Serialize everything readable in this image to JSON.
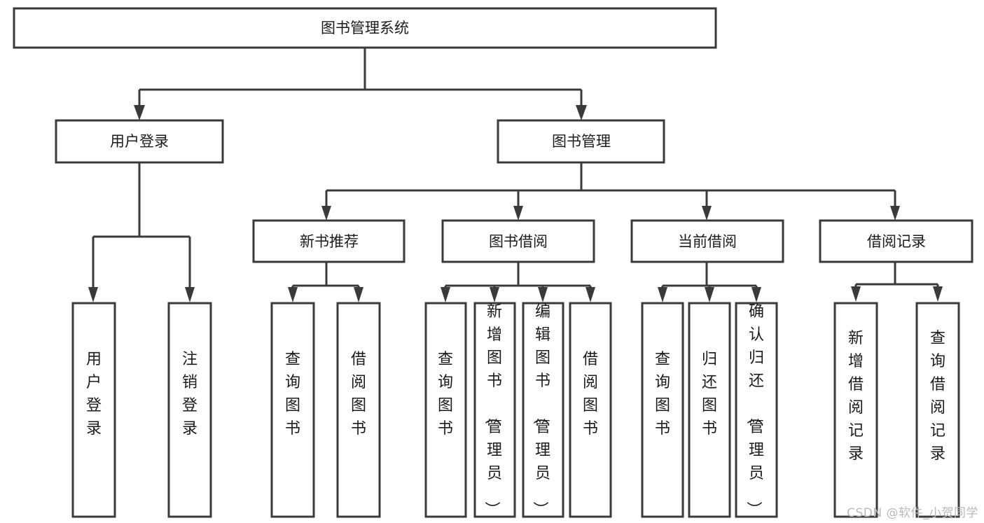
{
  "diagram": {
    "type": "tree-hierarchy",
    "title": "图书管理系统",
    "watermark": "CSDN @软件_小贺同学",
    "colors": {
      "stroke": "#3a3a3a",
      "fill": "#ffffff",
      "text": "#1b1b1b",
      "watermark": "#b9b9b9",
      "background": "#ffffff"
    },
    "levels": [
      {
        "level": 1,
        "nodes": [
          {
            "id": "root",
            "label": "图书管理系统",
            "orientation": "horizontal"
          }
        ]
      },
      {
        "level": 2,
        "nodes": [
          {
            "id": "login",
            "label": "用户登录",
            "orientation": "horizontal",
            "parent": "root"
          },
          {
            "id": "bookmgmt",
            "label": "图书管理",
            "orientation": "horizontal",
            "parent": "root"
          }
        ]
      },
      {
        "level": 3,
        "nodes": [
          {
            "id": "newbook",
            "label": "新书推荐",
            "orientation": "horizontal",
            "parent": "bookmgmt"
          },
          {
            "id": "borrow",
            "label": "图书借阅",
            "orientation": "horizontal",
            "parent": "bookmgmt"
          },
          {
            "id": "current",
            "label": "当前借阅",
            "orientation": "horizontal",
            "parent": "bookmgmt"
          },
          {
            "id": "records",
            "label": "借阅记录",
            "orientation": "horizontal",
            "parent": "bookmgmt"
          }
        ]
      },
      {
        "level": 4,
        "nodes": [
          {
            "id": "leaf-user-login",
            "label": "用户登录",
            "orientation": "vertical",
            "parent": "login"
          },
          {
            "id": "leaf-user-logout",
            "label": "注销登录",
            "orientation": "vertical",
            "parent": "login"
          },
          {
            "id": "leaf-nb-query",
            "label": "查询图书",
            "orientation": "vertical",
            "parent": "newbook"
          },
          {
            "id": "leaf-nb-borrow",
            "label": "借阅图书",
            "orientation": "vertical",
            "parent": "newbook"
          },
          {
            "id": "leaf-bw-query",
            "label": "查询图书",
            "orientation": "vertical",
            "parent": "borrow"
          },
          {
            "id": "leaf-bw-add",
            "label": "新增图书（管理员）",
            "orientation": "vertical",
            "parent": "borrow"
          },
          {
            "id": "leaf-bw-edit",
            "label": "编辑图书（管理员）",
            "orientation": "vertical",
            "parent": "borrow"
          },
          {
            "id": "leaf-bw-borrow",
            "label": "借阅图书",
            "orientation": "vertical",
            "parent": "borrow"
          },
          {
            "id": "leaf-cu-query",
            "label": "查询图书",
            "orientation": "vertical",
            "parent": "current"
          },
          {
            "id": "leaf-cu-return",
            "label": "归还图书",
            "orientation": "vertical",
            "parent": "current"
          },
          {
            "id": "leaf-cu-confirm",
            "label": "确认归还（管理员）",
            "orientation": "vertical",
            "parent": "current"
          },
          {
            "id": "leaf-rc-add",
            "label": "新增借阅记录",
            "orientation": "vertical",
            "parent": "records"
          },
          {
            "id": "leaf-rc-query",
            "label": "查询借阅记录",
            "orientation": "vertical",
            "parent": "records"
          }
        ]
      }
    ]
  }
}
